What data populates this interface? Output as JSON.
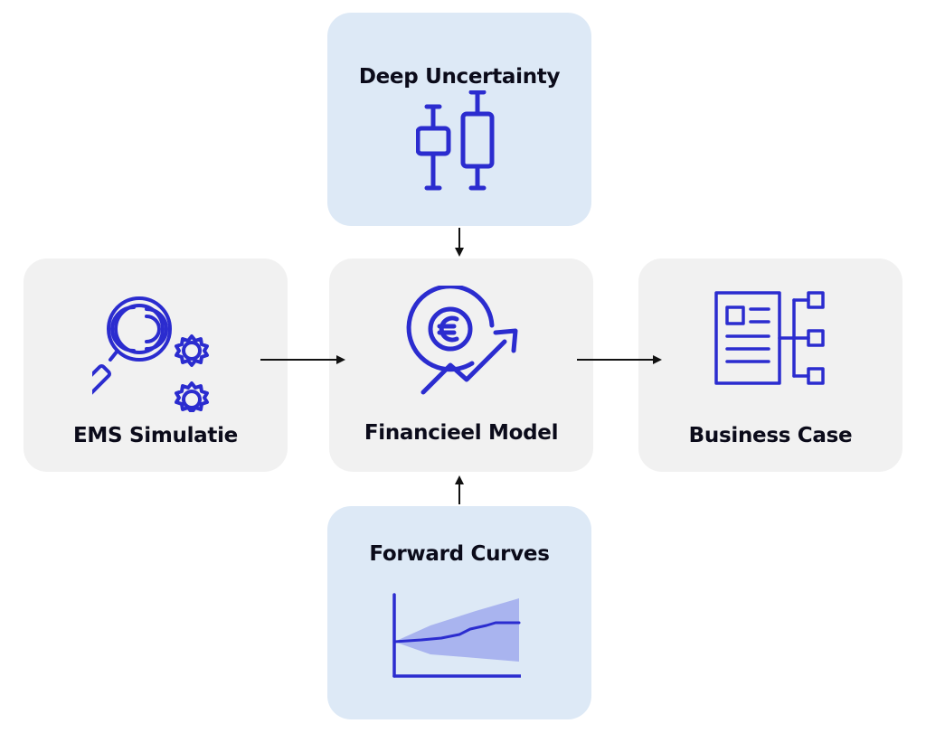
{
  "nodes": {
    "deep_uncertainty": {
      "label": "Deep Uncertainty",
      "icon": "boxplot-icon"
    },
    "ems_simulatie": {
      "label": "EMS Simulatie",
      "icon": "magnifier-gears-icon"
    },
    "financieel_model": {
      "label": "Financieel Model",
      "icon": "euro-growth-icon"
    },
    "business_case": {
      "label": "Business Case",
      "icon": "document-tree-icon"
    },
    "forward_curves": {
      "label": "Forward Curves",
      "icon": "forward-curve-chart-icon"
    }
  },
  "colors": {
    "accent": "#2b2ccf",
    "text": "#0b0b1a",
    "box_grey": "#f1f1f1",
    "box_blue": "#dde9f6",
    "band": "#a9b4ef"
  }
}
